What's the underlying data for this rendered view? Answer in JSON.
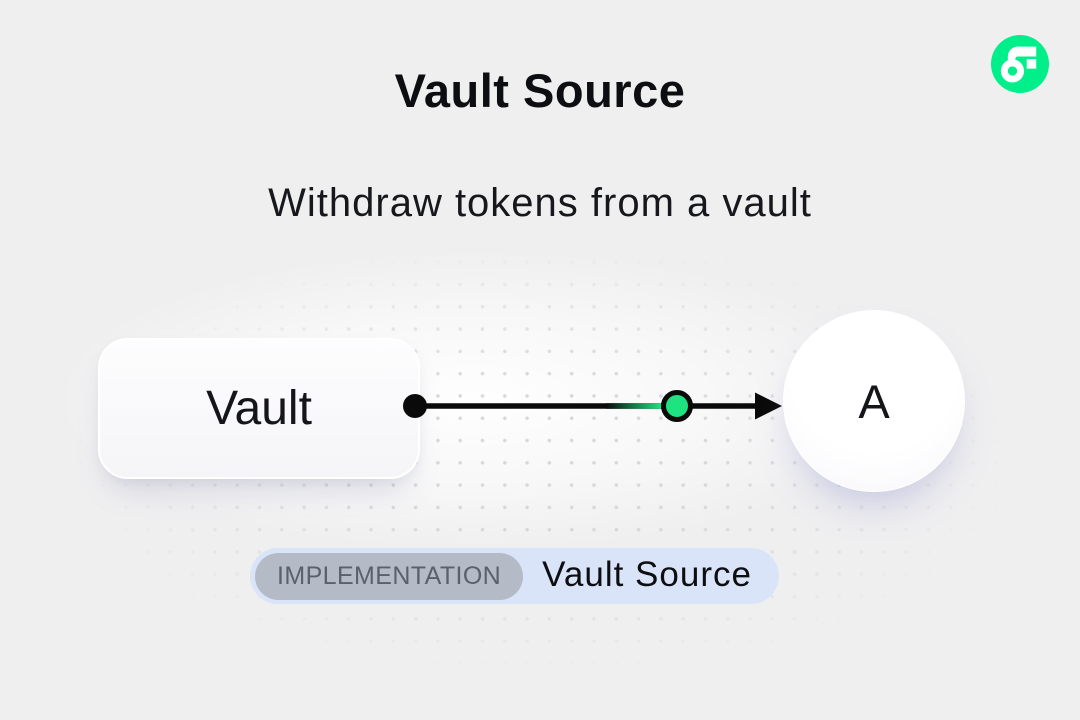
{
  "header": {
    "title": "Vault Source",
    "subtitle": "Withdraw tokens from a vault"
  },
  "logo": {
    "name": "Flow",
    "color": "#00EF8B"
  },
  "diagram": {
    "source_node": {
      "label": "Vault",
      "shape": "rounded-rect"
    },
    "target_node": {
      "label": "A",
      "shape": "circle"
    },
    "connector": {
      "type": "arrow",
      "start_marker": "black-dot",
      "mid_marker": "green-dot",
      "end_marker": "arrowhead",
      "line_color": "#0A0A0A",
      "accent_color": "#1EE380"
    }
  },
  "badge": {
    "tag": "IMPLEMENTATION",
    "label": "Vault Source",
    "background": "#D9E4F8",
    "tag_background": "#B4BBC6"
  }
}
